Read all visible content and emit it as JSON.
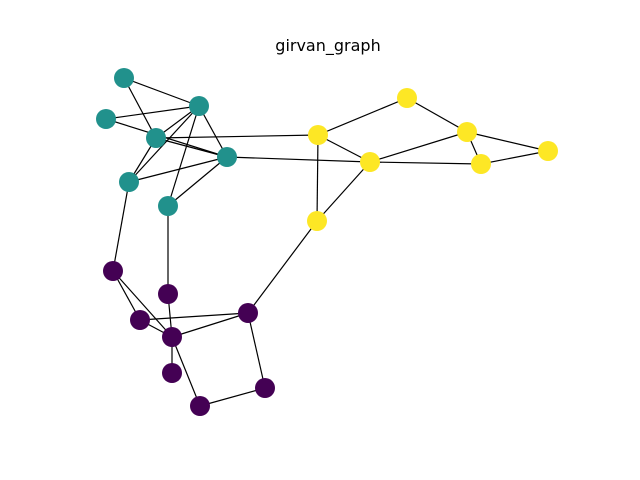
{
  "title": "girvan_graph",
  "community_colors": {
    "0": "#440154",
    "1": "#21918c",
    "2": "#fde725"
  },
  "nodes": [
    {
      "id": 0,
      "community": 1
    },
    {
      "id": 1,
      "community": 1
    },
    {
      "id": 2,
      "community": 1
    },
    {
      "id": 3,
      "community": 1
    },
    {
      "id": 4,
      "community": 1
    },
    {
      "id": 5,
      "community": 1
    },
    {
      "id": 6,
      "community": 1
    },
    {
      "id": 7,
      "community": 2
    },
    {
      "id": 8,
      "community": 2
    },
    {
      "id": 9,
      "community": 2
    },
    {
      "id": 10,
      "community": 2
    },
    {
      "id": 11,
      "community": 2
    },
    {
      "id": 12,
      "community": 2
    },
    {
      "id": 13,
      "community": 2
    },
    {
      "id": 14,
      "community": 0
    },
    {
      "id": 15,
      "community": 0
    },
    {
      "id": 16,
      "community": 0
    },
    {
      "id": 17,
      "community": 0
    },
    {
      "id": 18,
      "community": 0
    },
    {
      "id": 19,
      "community": 0
    },
    {
      "id": 20,
      "community": 0
    },
    {
      "id": 21,
      "community": 0
    }
  ],
  "edges": [
    [
      0,
      3
    ],
    [
      0,
      2
    ],
    [
      1,
      2
    ],
    [
      1,
      4
    ],
    [
      2,
      3
    ],
    [
      2,
      5
    ],
    [
      2,
      4
    ],
    [
      2,
      6
    ],
    [
      3,
      5
    ],
    [
      3,
      4
    ],
    [
      3,
      7
    ],
    [
      4,
      5
    ],
    [
      4,
      6
    ],
    [
      4,
      8
    ],
    [
      5,
      14
    ],
    [
      6,
      15
    ],
    [
      7,
      8
    ],
    [
      7,
      9
    ],
    [
      7,
      10
    ],
    [
      8,
      11
    ],
    [
      8,
      12
    ],
    [
      8,
      9
    ],
    [
      11,
      13
    ],
    [
      11,
      12
    ],
    [
      11,
      10
    ],
    [
      12,
      13
    ],
    [
      14,
      16
    ],
    [
      14,
      17
    ],
    [
      15,
      17
    ],
    [
      16,
      17
    ],
    [
      16,
      18
    ],
    [
      17,
      18
    ],
    [
      17,
      19
    ],
    [
      17,
      20
    ],
    [
      18,
      21
    ],
    [
      18,
      9
    ],
    [
      20,
      21
    ]
  ]
}
